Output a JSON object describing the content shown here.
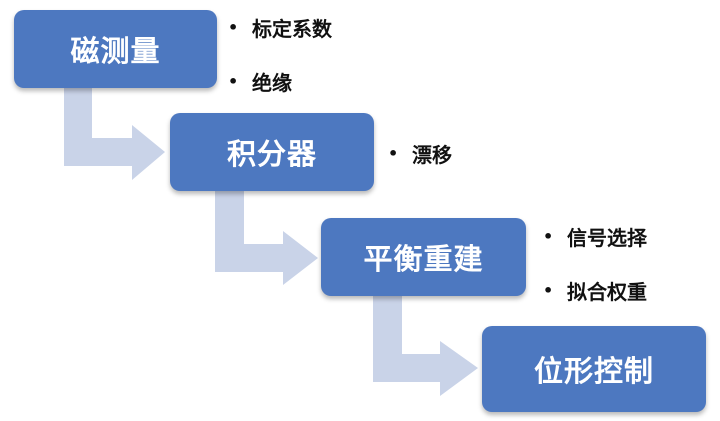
{
  "colors": {
    "box": "#4d78c0",
    "arrow": "#c9d3e8",
    "text": "#111111"
  },
  "steps": [
    {
      "label": "磁测量",
      "notes": [
        "标定系数",
        "绝缘"
      ]
    },
    {
      "label": "积分器",
      "notes": [
        "漂移"
      ]
    },
    {
      "label": "平衡重建",
      "notes": [
        "信号选择",
        "拟合权重"
      ]
    },
    {
      "label": "位形控制",
      "notes": []
    }
  ],
  "bullet_glyph": "•"
}
